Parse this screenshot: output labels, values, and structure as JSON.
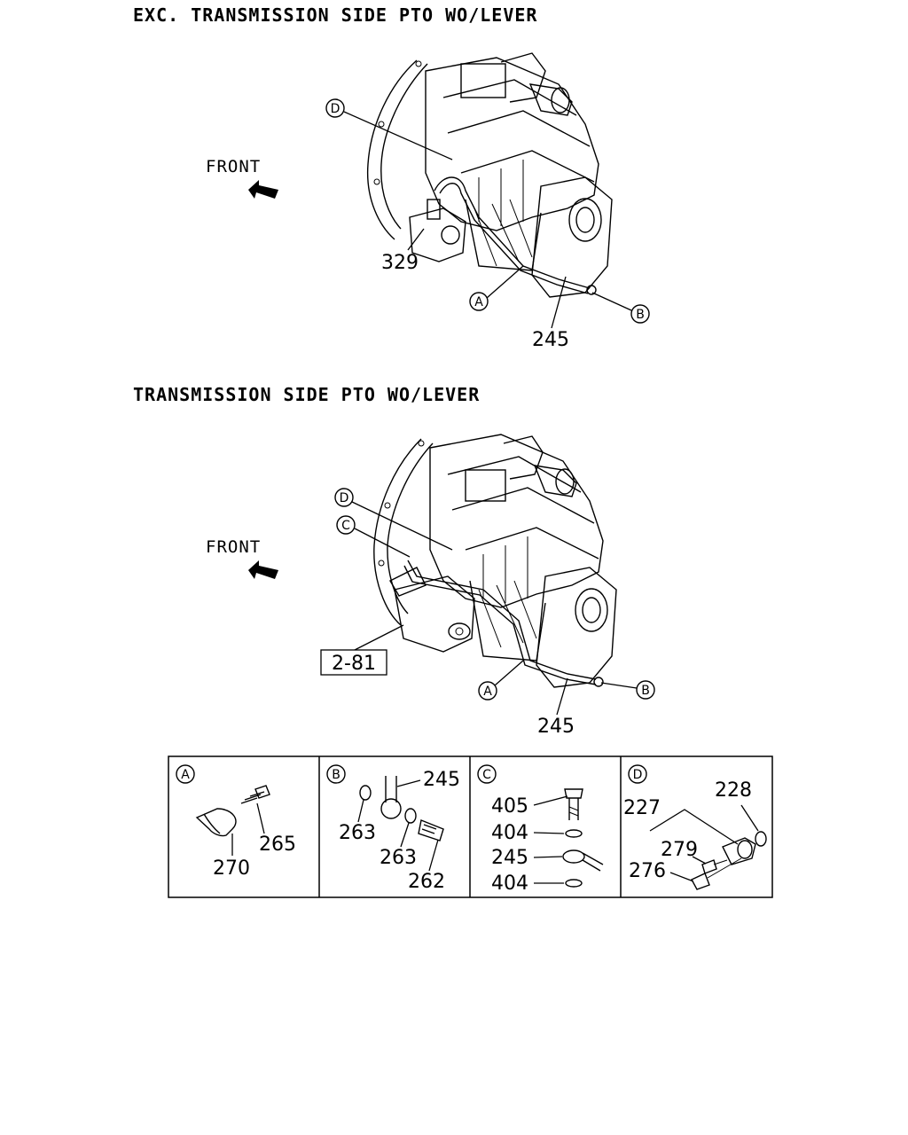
{
  "titles": {
    "top": "EXC. TRANSMISSION SIDE PTO WO/LEVER",
    "bottom": "TRANSMISSION SIDE PTO WO/LEVER"
  },
  "front_label": "FRONT",
  "callouts": {
    "A": "A",
    "B": "B",
    "C": "C",
    "D": "D"
  },
  "top_view": {
    "part_pto": "329",
    "part_pipe": "245"
  },
  "bottom_view": {
    "ref_box": "2-81",
    "part_pipe": "245"
  },
  "details": {
    "A": {
      "parts": [
        "265",
        "270"
      ]
    },
    "B": {
      "parts": [
        "245",
        "263",
        "263",
        "262"
      ]
    },
    "C": {
      "parts": [
        "405",
        "404",
        "245",
        "404"
      ]
    },
    "D": {
      "parts": [
        "228",
        "227",
        "279",
        "276"
      ]
    }
  }
}
